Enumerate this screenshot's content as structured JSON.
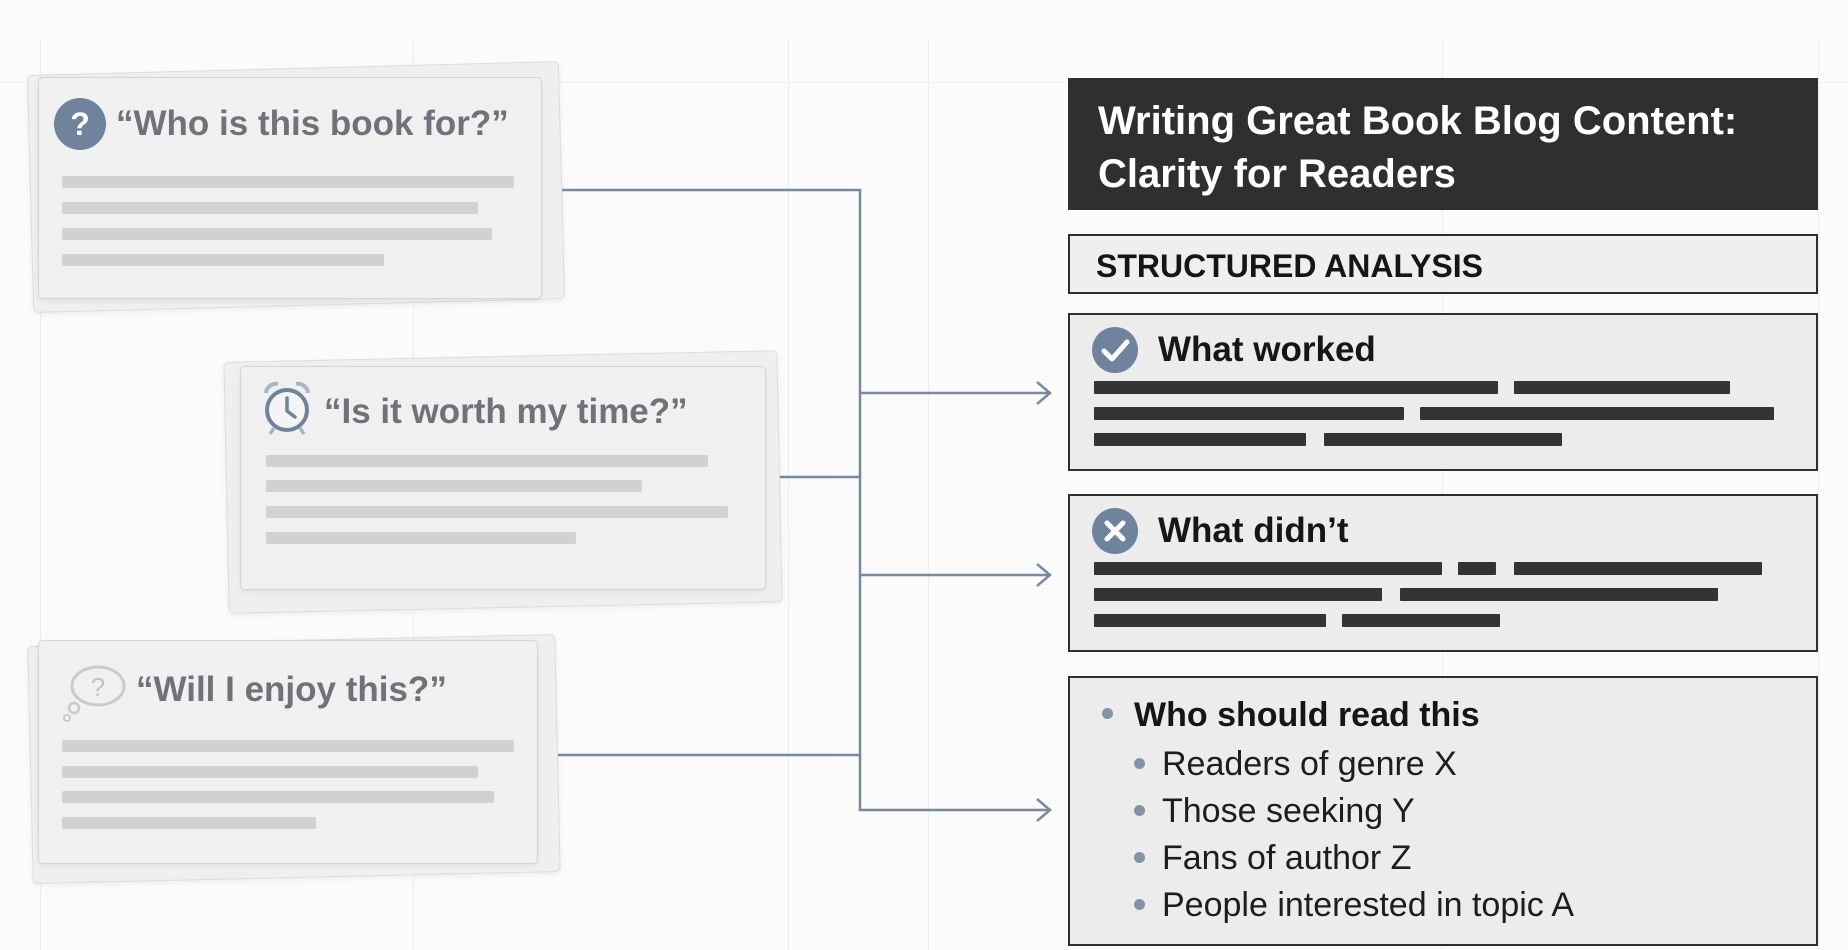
{
  "questions": [
    {
      "text": "“Who is this book for?”",
      "icon": "question-mark-circle-icon"
    },
    {
      "text": "“Is it worth my time?”",
      "icon": "alarm-clock-icon"
    },
    {
      "text": "“Will I enjoy this?”",
      "icon": "thought-bubble-question-icon"
    }
  ],
  "title": {
    "line1": "Writing Great Book Blog Content:",
    "line2": "Clarity for Readers"
  },
  "structured": {
    "label": "STRUCTURED ANALYSIS"
  },
  "worked": {
    "label": "What worked",
    "icon": "check-circle-icon"
  },
  "didnt": {
    "label": "What didn’t",
    "icon": "x-circle-icon"
  },
  "who": {
    "label": "Who should read this",
    "items": [
      "Readers of genre X",
      "Those seeking Y",
      "Fans of author Z",
      "People interested in topic A"
    ]
  },
  "colors": {
    "accent": "#6f839d",
    "dark": "#2f2f31",
    "connector": "#7a8a9e"
  }
}
